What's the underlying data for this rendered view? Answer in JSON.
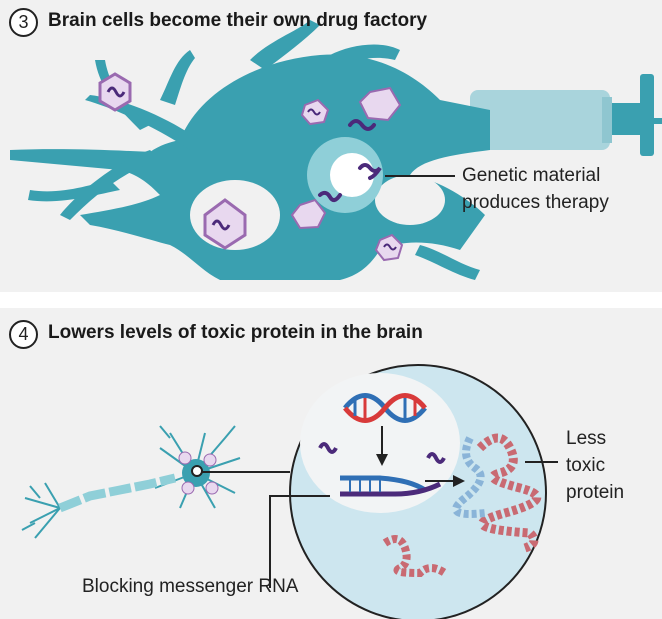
{
  "step3": {
    "number": "3",
    "title": "Brain cells become their own drug factory",
    "label_line1": "Genetic material",
    "label_line2": "produces therapy"
  },
  "step4": {
    "number": "4",
    "title": "Lowers levels of toxic protein in the brain",
    "label_less_line1": "Less",
    "label_less_line2": "toxic",
    "label_less_line3": "protein",
    "label_blocking": "Blocking messenger RNA"
  },
  "colors": {
    "neuron": "#3aa0b0",
    "neuron_light": "#8fcfd8",
    "purple": "#4b2a7a",
    "capsid": "#e8d8ef",
    "capsid_edge": "#9a6ab0",
    "dna_red": "#d83a3a",
    "dna_blue": "#2f6fb5",
    "protein_red": "#c96a72",
    "protein_blue": "#8ab4d8",
    "cell_bg": "#cde6ef"
  }
}
